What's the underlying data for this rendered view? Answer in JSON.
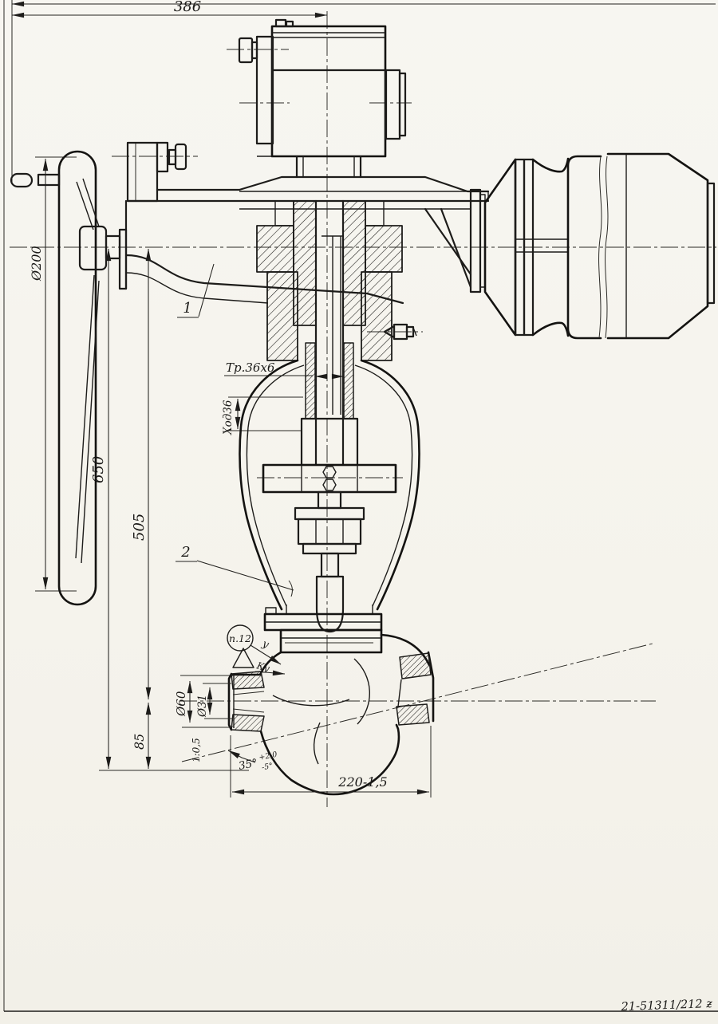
{
  "sheet": {
    "paper_color": "#f6f4ee",
    "ink_color": "#1d1c1a",
    "code": "21-51311/212 ƶ"
  },
  "dims": {
    "top_width": "386",
    "overall_height": "650",
    "axis_height": "505",
    "below_axis": "85",
    "handwheel": "Ø200",
    "port_od": "Ø60",
    "port_id": "Ø31",
    "taper": "1:0,5",
    "angle": "35°",
    "angle_plus": "+2,0",
    "angle_minus": "-5°",
    "length": "220-1,5",
    "thread": "Тр.36х6",
    "travel": "Ход36"
  },
  "callouts": {
    "pos1": "1",
    "pos2": "2",
    "note": "п.12",
    "weld_u": "у",
    "weld_ku": "Ку"
  }
}
